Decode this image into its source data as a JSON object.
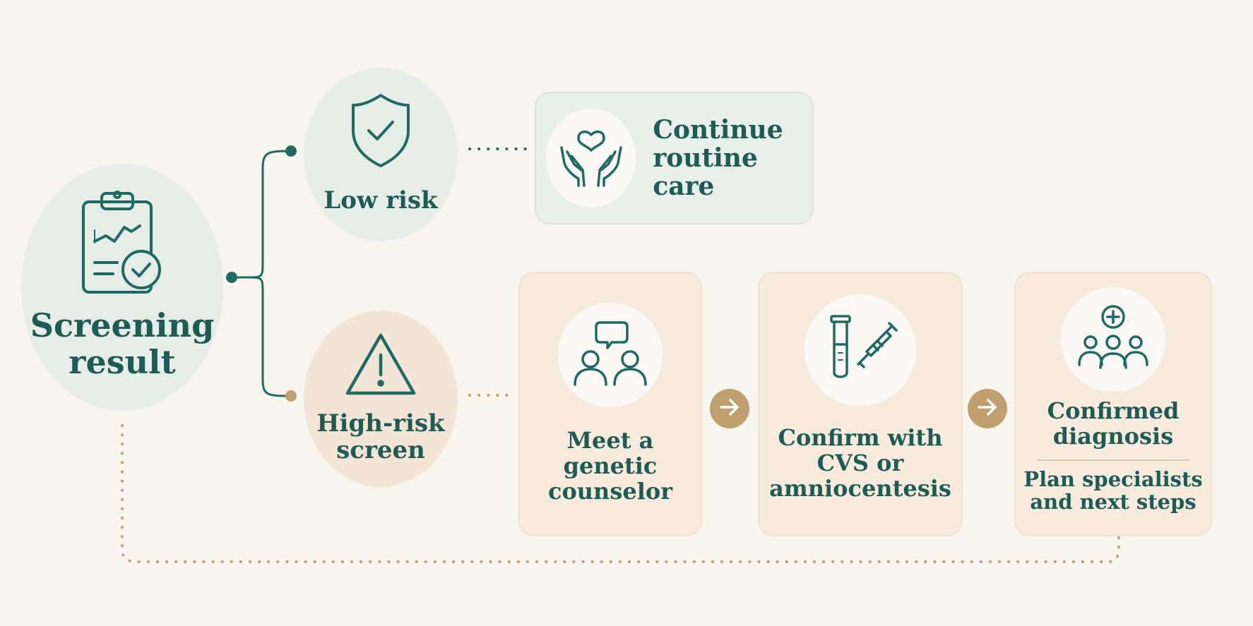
{
  "start": {
    "label_line1": "Screening",
    "label_line2": "result"
  },
  "low_risk": {
    "label": "Low risk",
    "outcome_line1": "Continue",
    "outcome_line2": "routine care"
  },
  "high_risk": {
    "label_line1": "High-risk",
    "label_line2": "screen",
    "steps": [
      {
        "lines": [
          "Meet a",
          "genetic",
          "counselor"
        ]
      },
      {
        "lines": [
          "Confirm with",
          "CVS or",
          "amniocentesis"
        ]
      },
      {
        "lines": [
          "Confirmed",
          "diagnosis"
        ],
        "sub_lines": [
          "Plan specialists",
          "and next steps"
        ]
      }
    ]
  },
  "colors": {
    "teal": "#1f6b62",
    "gold": "#bf9f6d",
    "background": "#f8f5ef",
    "green_tint": "#e6ede7",
    "peach_tint": "#f3e5d5"
  },
  "icons": {
    "start": "clipboard-chart-check-icon",
    "low_risk": "shield-check-icon",
    "routine_care": "hands-heart-icon",
    "high_risk": "warning-triangle-icon",
    "counselor": "people-chat-icon",
    "confirm": "test-tube-syringe-icon",
    "diagnosis": "team-plus-icon",
    "arrow": "arrow-right-icon"
  }
}
